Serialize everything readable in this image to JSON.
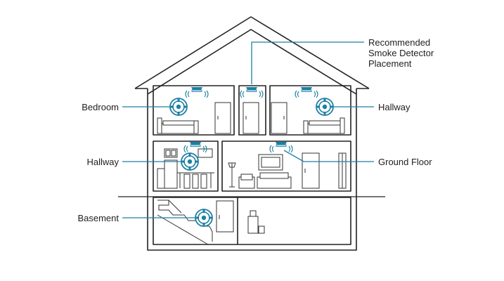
{
  "title_lines": [
    "Recommended",
    "Smoke Detector",
    "Placement"
  ],
  "labels": {
    "bedroom": "Bedroom",
    "hallway_upper": "Hallway",
    "hallway_mid": "Hallway",
    "ground_floor": "Ground Floor",
    "basement": "Basement"
  },
  "colors": {
    "accent": "#1d7fa3",
    "line": "#222222"
  },
  "icons": [
    "smoke-detector-icon",
    "ceiling-detector-icon"
  ]
}
